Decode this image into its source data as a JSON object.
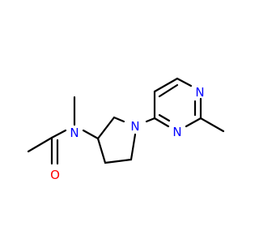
{
  "molecule": {
    "atoms": [
      {
        "id": "n_amide",
        "symbol": "N",
        "color": "#0000ff"
      },
      {
        "id": "o_carbonyl",
        "symbol": "O",
        "color": "#ff0000"
      },
      {
        "id": "n_pyrrolidine",
        "symbol": "N",
        "color": "#0000ff"
      },
      {
        "id": "n_pyrimidine_1",
        "symbol": "N",
        "color": "#0000ff"
      },
      {
        "id": "n_pyrimidine_3",
        "symbol": "N",
        "color": "#0000ff"
      }
    ],
    "bond_color": "#000000",
    "background": "#ffffff"
  }
}
